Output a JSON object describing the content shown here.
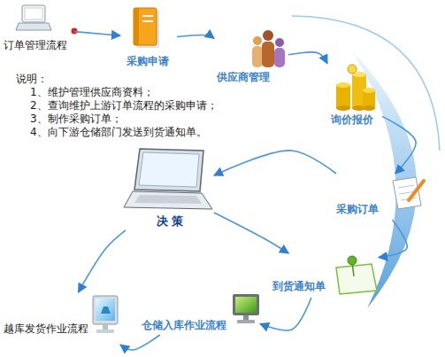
{
  "diagram": {
    "nodes": [
      {
        "text": [
          "订单管理流程"
        ]
      },
      {
        "text": [
          "采购申请"
        ]
      },
      {
        "text": [
          "供应商管理"
        ]
      },
      {
        "text": [
          "询价报价"
        ]
      },
      {
        "text": [
          "采购订单"
        ]
      },
      {
        "text": [
          "决 策"
        ]
      },
      {
        "text": [
          "到货通知单"
        ]
      },
      {
        "text": [
          "仓储入库作业流程"
        ]
      },
      {
        "text": [
          "越库发货作业流程"
        ]
      }
    ],
    "edges": [
      {
        "from": 0,
        "to": 1,
        "arrow": "to"
      },
      {
        "from": 1,
        "to": 2,
        "arrow": "to"
      },
      {
        "from": 2,
        "to": 3,
        "arrow": "to"
      },
      {
        "from": 3,
        "to": 4,
        "arrow": "to"
      },
      {
        "from": 4,
        "to": 5,
        "arrow": "to"
      },
      {
        "from": 5,
        "to": 6,
        "arrow": "to"
      },
      {
        "from": 4,
        "to": 6,
        "arrow": "to"
      },
      {
        "from": 6,
        "to": 7,
        "arrow": "to"
      },
      {
        "from": 7,
        "to": 8,
        "arrow": "to"
      },
      {
        "from": 5,
        "to": 8,
        "arrow": "to"
      }
    ],
    "labels": [
      "说明：",
      "1、维护管理供应商资料；",
      "2、查询维护上游订单流程的采购申请；",
      "3、制作采购订单；",
      "4、向下游仓储部门发送到货通知单。"
    ]
  }
}
